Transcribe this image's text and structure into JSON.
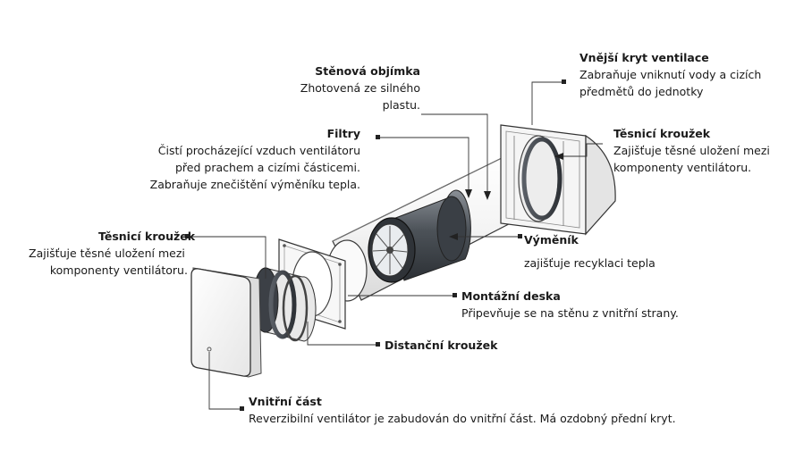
{
  "labels": {
    "stenova": {
      "title": "Stěnová objímka",
      "desc": "Zhotovená ze silného\nplastu."
    },
    "filtry": {
      "title": "Filtry",
      "desc": "Čistí procházející vzduch ventilátoru\npřed prachem a cizími částicemi.\nZabraňuje znečištění výměníku tepla."
    },
    "tesnici_left": {
      "title": "Těsnicí kroužek",
      "desc": "Zajišťuje těsné uložení mezi\n      komponenty ventilátoru."
    },
    "vnejsi": {
      "title": "Vnější kryt ventilace",
      "desc": "Zabraňuje vniknutí vody a cizích\npředmětů do jednotky"
    },
    "tesnici_right": {
      "title": "Těsnicí kroužek",
      "desc": "Zajišťuje těsné uložení mezi\nkomponenty ventilátoru."
    },
    "vymenik": {
      "title": "Výměník",
      "desc": "zajišťuje recyklaci tepla"
    },
    "montazni": {
      "title": "Montážní deska",
      "desc": "Připevňuje se na stěnu z vnitřní strany."
    },
    "distancni": {
      "title": "Distanční kroužek",
      "desc": ""
    },
    "vnitrni": {
      "title": "Vnitřní část",
      "desc": "Reverzibilní ventilátor je zabudován do vnitřní část. Má ozdobný přední kryt."
    }
  }
}
